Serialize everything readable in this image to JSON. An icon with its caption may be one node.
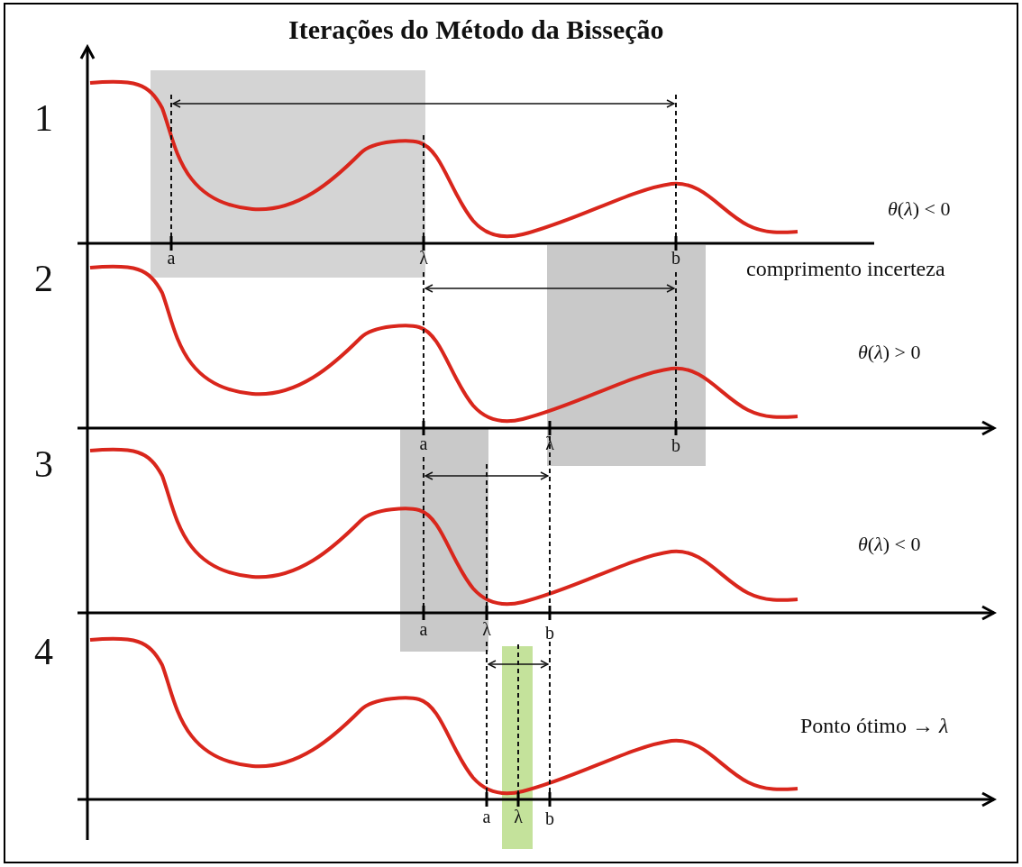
{
  "diagram": {
    "title": "Iterações do Método da Bisseção",
    "labels": [
      "1",
      "*θ*(*λ*) < 0",
      "a",
      "λ",
      "b",
      "comprimento incerteza",
      "2",
      "*θ*(*λ*) > 0",
      "a",
      "λ",
      "b",
      "3",
      "*θ*(*λ*) < 0",
      "a",
      "λ",
      "b",
      "4",
      "Ponto ótimo → *λ*",
      "a",
      "λ",
      "b"
    ]
  }
}
